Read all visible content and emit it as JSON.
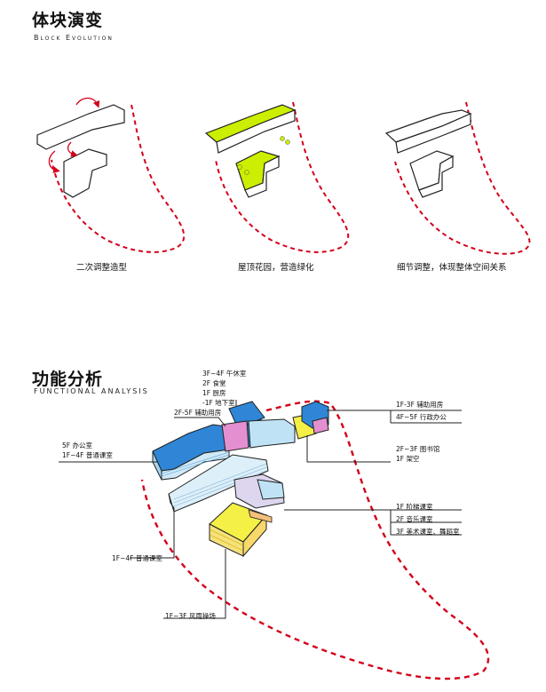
{
  "block_evolution": {
    "title": "体块演变",
    "subtitle": "Block Evolution",
    "steps": [
      {
        "caption": "二次调整造型"
      },
      {
        "caption": "屋顶花园，营造绿化"
      },
      {
        "caption": "细节调整，体现整体空间关系"
      }
    ]
  },
  "functional_analysis": {
    "title": "功能分析",
    "subtitle": "functional analysis",
    "labels": {
      "top_stack": [
        "3F~4F 午休室",
        "2F 食堂",
        "1F 厨房",
        "-1F 地下室"
      ],
      "aux_2_5": "2F-5F 辅助用房",
      "office_left": [
        "5F 办公室",
        "1F~4F 普通课室"
      ],
      "classroom_mid": "1F~4F 普通课室",
      "playground": "1F~3F 风雨操场",
      "right_top": [
        "1F-3F 辅助用房",
        "4F~5F 行政办公"
      ],
      "library": [
        "2F~3F 图书馆",
        "1F 架空"
      ],
      "right_bottom": [
        "1F 阶梯课室",
        "2F 音乐课室",
        "3F 美术课室、舞蹈室"
      ]
    }
  },
  "colors": {
    "accent_green": "#ccee00",
    "dashed_red": "#d4001a",
    "blue": "#2f86d6",
    "pink": "#e48fcf",
    "yellow": "#f4f046",
    "light_blue": "#bfe3f5",
    "lavender": "#ddd6ee"
  }
}
